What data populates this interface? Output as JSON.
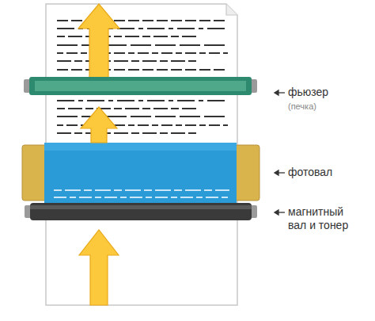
{
  "diagram": {
    "labels": [
      "фьюзер",
      "(печка)",
      "фотовал",
      "магнитный вал и тонер"
    ]
  }
}
